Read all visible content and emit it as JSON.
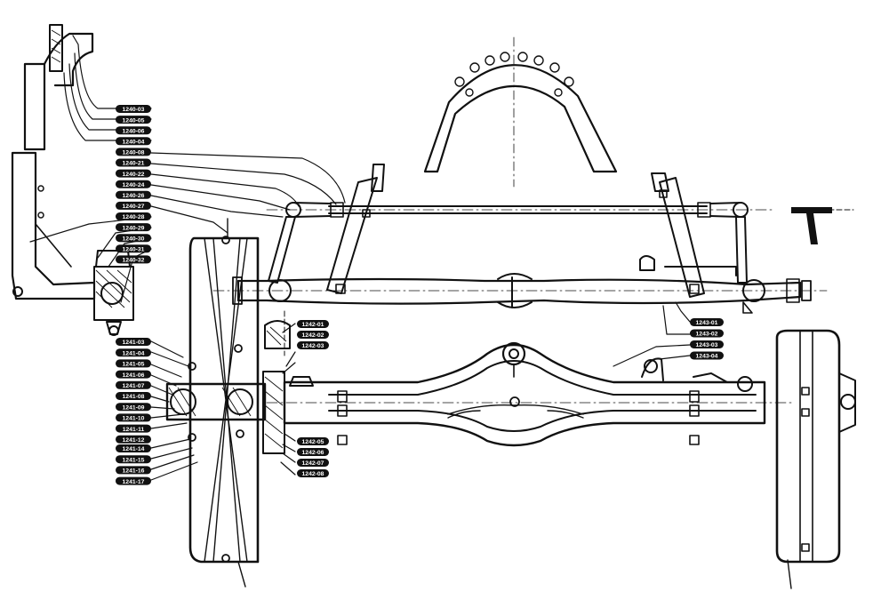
{
  "drawing": {
    "ink_color": "#111111",
    "paper_color": "#ffffff"
  },
  "callout_tags": {
    "left_upper": [
      "1240-03",
      "1240-05",
      "1240-06",
      "1240-04",
      "1240-08",
      "1240-21",
      "1240-22",
      "1240-24",
      "1240-26",
      "1240-27",
      "1240-28",
      "1240-29",
      "1240-30",
      "1240-31",
      "1240-32"
    ],
    "left_hub": [
      "1241-03",
      "1241-04",
      "1241-05",
      "1241-06",
      "1241-07",
      "1241-08",
      "1241-09",
      "1241-10",
      "1241-11",
      "1241-12"
    ],
    "left_lower": [
      "1241-14",
      "1241-15",
      "1241-16",
      "1241-17"
    ],
    "center_upper": [
      "1242-01",
      "1242-02",
      "1242-03"
    ],
    "center_lower": [
      "1242-05",
      "1242-06",
      "1242-07",
      "1242-08"
    ],
    "right": [
      "1243-01",
      "1243-02",
      "1243-03",
      "1243-04"
    ]
  }
}
